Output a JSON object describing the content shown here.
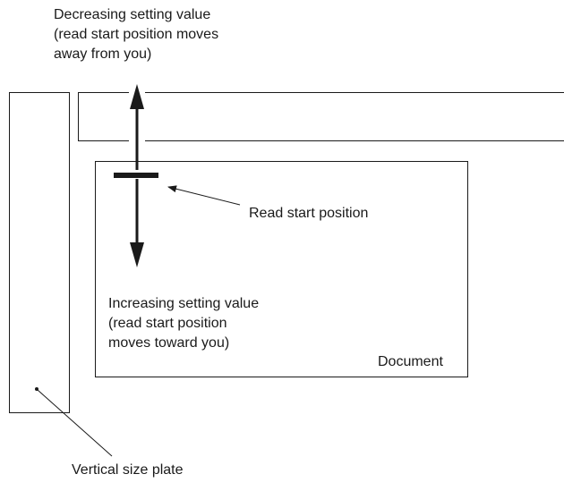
{
  "labels": {
    "decreasing": [
      "Decreasing setting value",
      "(read start position moves",
      "away from you)"
    ],
    "increasing": [
      "Increasing setting value",
      "(read start position",
      "moves toward you)"
    ],
    "read_start": "Read start position",
    "document": "Document",
    "vertical_plate": "Vertical size plate"
  },
  "colors": {
    "line": "#1a1a1a",
    "background": "#ffffff"
  }
}
